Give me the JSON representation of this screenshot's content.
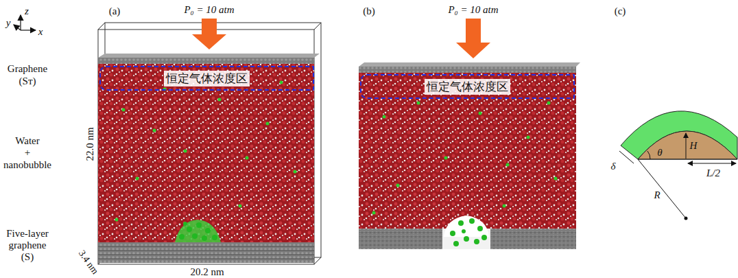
{
  "diagram": {
    "nodes": [
      {
        "text": [
          "恒定气体浓度区"
        ]
      },
      {
        "text": [
          "恒定气体浓度区"
        ]
      }
    ],
    "labels": [
      "(a)",
      "P₀ = 10 atm",
      "(b)",
      "P₀ = 10 atm",
      "(c)",
      "y",
      "z",
      "x",
      "Graphene",
      "(Sᴛ)",
      "22.0 nm",
      "Water",
      "+",
      "nanobubble",
      "Five-layer",
      "graphene",
      "(S)",
      "3.4 nm",
      "20.2 nm",
      "δ",
      "θ",
      "H",
      "L/2",
      "R"
    ]
  }
}
